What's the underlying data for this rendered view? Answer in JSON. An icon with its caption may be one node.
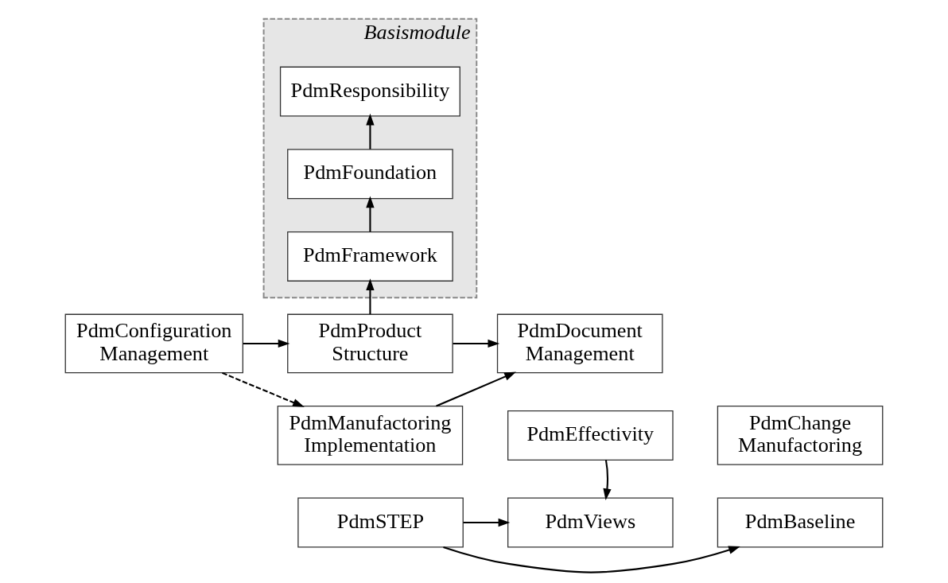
{
  "diagram": {
    "nodes": [
      {
        "text": [
          "Basismodule"
        ]
      },
      {
        "text": [
          "PdmResponsibility"
        ],
        "in": 0
      },
      {
        "text": [
          "PdmFoundation"
        ],
        "in": 0
      },
      {
        "text": [
          "PdmFramework"
        ],
        "in": 0
      },
      {
        "text": [
          "PdmDocument Management"
        ]
      },
      {
        "text": [
          "PdmProduct Structure"
        ]
      },
      {
        "text": [
          "PdmConfiguration Management"
        ]
      },
      {
        "text": [
          "PdmChange Manufactoring"
        ]
      },
      {
        "text": [
          "PdmManufactoring Implementation"
        ]
      },
      {
        "text": [
          "PdmEffectivity"
        ]
      },
      {
        "text": [
          "PdmBaseline"
        ]
      },
      {
        "text": [
          "PdmSTEP"
        ]
      },
      {
        "text": [
          "PdmViews"
        ]
      }
    ],
    "edges": [
      {
        "from": 2,
        "to": 1,
        "arrow": "to"
      },
      {
        "from": 3,
        "to": 2,
        "arrow": "to"
      },
      {
        "from": 5,
        "to": 3,
        "arrow": "to"
      },
      {
        "from": 5,
        "to": 4,
        "arrow": "to"
      },
      {
        "from": 6,
        "to": 5,
        "arrow": "to"
      },
      {
        "from": 8,
        "to": 4,
        "arrow": "to"
      },
      {
        "from": 6,
        "to": 8,
        "arrow": "to",
        "style": "dashed"
      },
      {
        "from": 9,
        "to": 12,
        "arrow": "to"
      },
      {
        "from": 11,
        "to": 10,
        "arrow": "to"
      },
      {
        "from": 11,
        "to": 12,
        "arrow": "to"
      }
    ]
  }
}
